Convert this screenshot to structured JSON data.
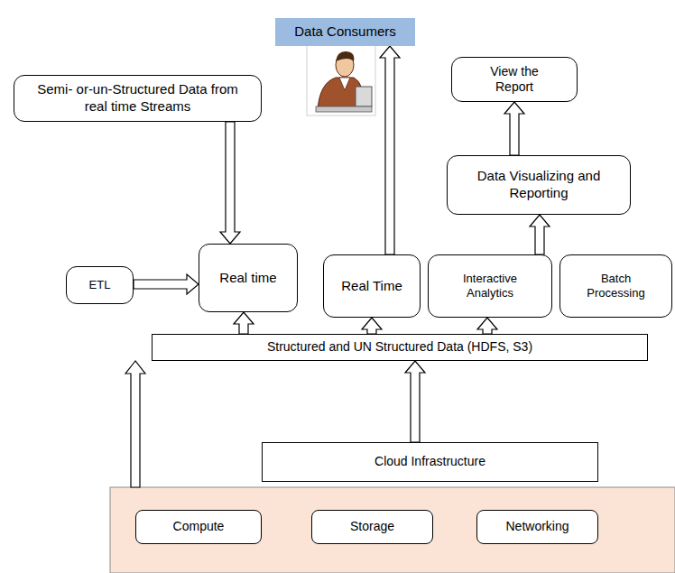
{
  "diagram": {
    "nodes": [
      {
        "text": [
          "Data Consumers"
        ]
      },
      {
        "text": [
          "Semi- or-un-Structured Data from real time Streams"
        ]
      },
      {
        "text": [
          "View the Report"
        ]
      },
      {
        "text": [
          "Data Visualizing and Reporting"
        ]
      },
      {
        "text": [
          "ETL"
        ]
      },
      {
        "text": [
          "Real time"
        ]
      },
      {
        "text": [
          "Real Time"
        ]
      },
      {
        "text": [
          "Interactive Analytics"
        ]
      },
      {
        "text": [
          "Batch Processing"
        ]
      },
      {
        "text": [
          "Structured and UN Structured Data (HDFS, S3)"
        ]
      },
      {
        "text": [
          "Cloud Infrastructure"
        ]
      },
      {
        "text": [
          "Compute"
        ]
      },
      {
        "text": [
          "Storage"
        ]
      },
      {
        "text": [
          "Networking"
        ]
      }
    ],
    "edges": [
      {
        "from": 1,
        "to": 5,
        "arrow": "to"
      },
      {
        "from": 4,
        "to": 5,
        "arrow": "to"
      },
      {
        "from": 9,
        "to": 5,
        "arrow": "to"
      },
      {
        "from": 6,
        "to": 0,
        "arrow": "to"
      },
      {
        "from": 9,
        "to": 6,
        "arrow": "to"
      },
      {
        "from": 9,
        "to": 7,
        "arrow": "to"
      },
      {
        "from": 7,
        "to": 3,
        "arrow": "to"
      },
      {
        "from": 3,
        "to": 2,
        "arrow": "to"
      },
      {
        "from": 10,
        "to": 9,
        "arrow": "to"
      }
    ]
  }
}
